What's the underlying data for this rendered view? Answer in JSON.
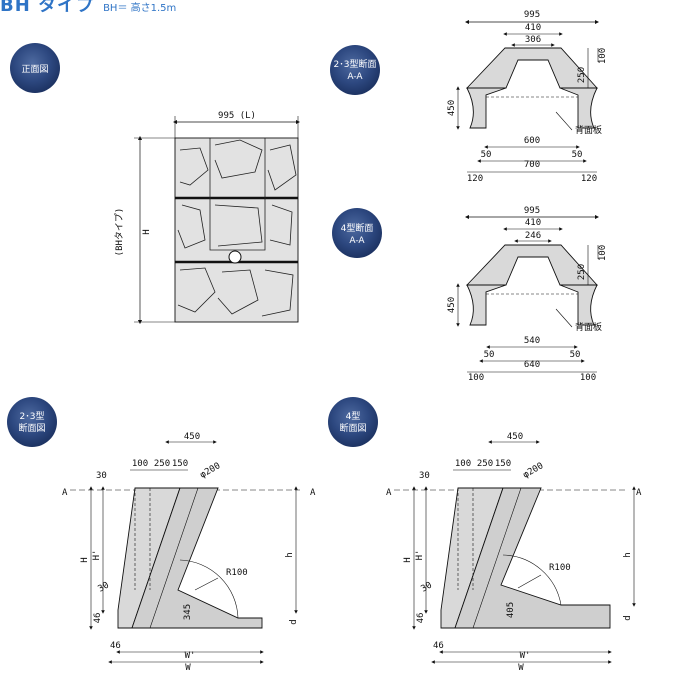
{
  "header": {
    "title": "BH タイプ",
    "subtitle": "BH＝ 高さ1.5m"
  },
  "badges": {
    "front": [
      "正面図"
    ],
    "sec23": [
      "2･3型断面",
      "A-A"
    ],
    "sec4": [
      "4型断面",
      "A-A"
    ],
    "side23": [
      "2･3型",
      "断面図"
    ],
    "side4": [
      "4型",
      "断面図"
    ]
  },
  "front": {
    "width_label": "995 (L)",
    "side_label": "(BHタイプ)",
    "height_label": "H"
  },
  "sec23": {
    "top": "995",
    "w410": "410",
    "w306": "306",
    "h250": "250",
    "h100": "100",
    "h450": "450",
    "w600": "600",
    "w50a": "50",
    "w50b": "50",
    "w700": "700",
    "w120a": "120",
    "w120b": "120",
    "board": "背面板"
  },
  "sec4": {
    "top": "995",
    "w410": "410",
    "w246": "246",
    "h250": "250",
    "h100": "100",
    "h450": "450",
    "w540": "540",
    "w50a": "50",
    "w50b": "50",
    "w640": "640",
    "w100a": "100",
    "w100b": "100",
    "board": "背面板"
  },
  "side23": {
    "d450": "450",
    "d100": "100",
    "d250": "250",
    "d150": "150",
    "phi": "φ200",
    "d30top": "30",
    "secA": "A",
    "H": "H",
    "Hp": "H'",
    "h": "h",
    "r": "R100",
    "d30": "30",
    "d46a": "46",
    "d345": "345",
    "d46b": "46",
    "d": "d",
    "Wp": "W'",
    "W": "W"
  },
  "side4": {
    "d450": "450",
    "d100": "100",
    "d250": "250",
    "d150": "150",
    "phi": "φ200",
    "d30top": "30",
    "secA": "A",
    "H": "H",
    "Hp": "H'",
    "h": "h",
    "r": "R100",
    "d30": "30",
    "d46a": "46",
    "d405": "405",
    "d46b": "46",
    "d": "d",
    "Wp": "W'",
    "W": "W"
  }
}
